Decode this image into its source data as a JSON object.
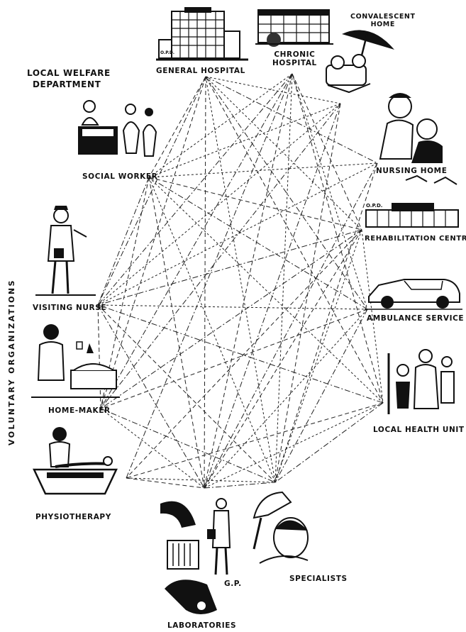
{
  "diagram": {
    "side_label": "VOLUNTARY ORGANIZATIONS",
    "nodes": {
      "general_hospital": "GENERAL HOSPITAL",
      "chronic_hospital": [
        "CHRONIC",
        "HOSPITAL"
      ],
      "convalescent_home": [
        "CONVALESCENT",
        "HOME"
      ],
      "local_welfare_department": [
        "LOCAL WELFARE",
        "DEPARTMENT"
      ],
      "social_worker": "SOCIAL WORKER",
      "nursing_home": "NURSING HOME",
      "rehabilitation_centre": "REHABILITATION CENTRE",
      "visiting_nurse": "VISITING NURSE",
      "ambulance_service": "AMBULANCE SERVICE",
      "home_maker": "HOME-MAKER",
      "local_health_unit": "LOCAL HEALTH UNIT",
      "physiotherapy": "PHYSIOTHERAPY",
      "gp": "G.P.",
      "specialists": "SPECIALISTS",
      "laboratories": "LABORATORIES"
    },
    "illustration_text": {
      "hospital_sign": "O.P.D.",
      "rehab_sign": "O.P.D."
    },
    "connector_style": "dashed",
    "line_color": "#222222"
  }
}
